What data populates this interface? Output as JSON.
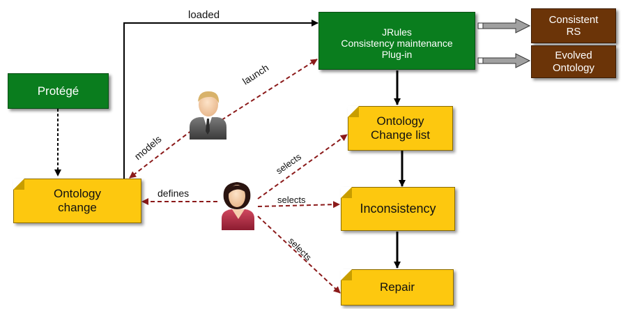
{
  "nodes": {
    "protege": {
      "lines": [
        "Protégé"
      ]
    },
    "ontology_change": {
      "lines": [
        "Ontology",
        "change"
      ]
    },
    "jrules": {
      "lines": [
        "JRules",
        "Consistency maintenance",
        "Plug-in"
      ]
    },
    "consistent_rs": {
      "lines": [
        "Consistent",
        "RS"
      ]
    },
    "evolved_ontology": {
      "lines": [
        "Evolved",
        "Ontology"
      ]
    },
    "ontology_change_list": {
      "lines": [
        "Ontology",
        "Change list"
      ]
    },
    "inconsistency": {
      "lines": [
        "Inconsistency"
      ]
    },
    "repair": {
      "lines": [
        "Repair"
      ]
    }
  },
  "edges": {
    "loaded": "loaded",
    "launch": "launch",
    "models": "models",
    "defines": "defines",
    "selects_change_list": "selects",
    "selects_inconsistency": "selects",
    "selects_repair": "selects"
  },
  "colors": {
    "green_box": "#0a7d1e",
    "brown_box": "#6b3408",
    "yellow_note": "#fdc80f",
    "dashed_arrow": "#8b1a1a",
    "solid_arrow": "#000000",
    "hollow_arrow": "#a0a0a0"
  },
  "icons": [
    "developer-icon",
    "user-icon"
  ]
}
